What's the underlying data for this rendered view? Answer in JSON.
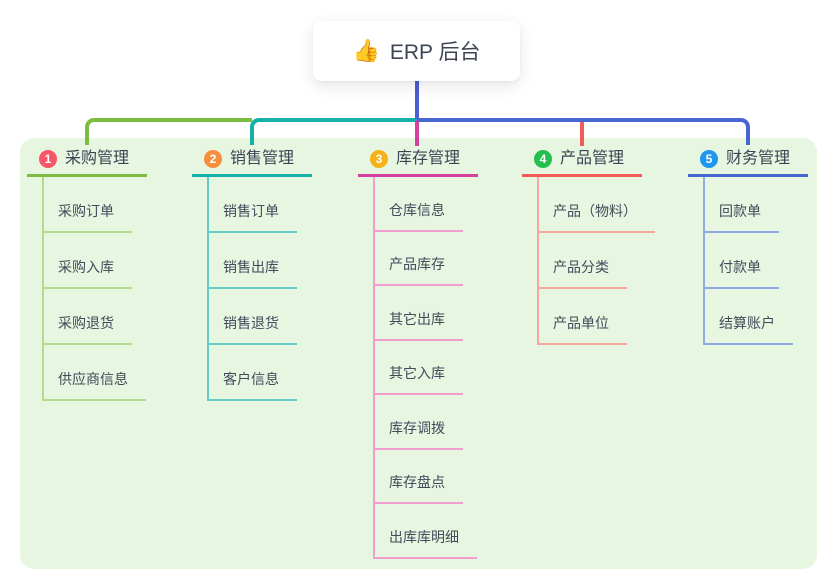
{
  "root": {
    "emoji": "👍",
    "icon": "thumbs-up-icon",
    "label": "ERP 后台",
    "line_color": "#4c5ed3"
  },
  "canvas": {
    "panel_bg": "#e7f6e1"
  },
  "branches": [
    {
      "index": "1",
      "label": "采购管理",
      "badge_color": "#f65867",
      "line_color": "#7cbd41",
      "child_line_color": "#b5da8e",
      "children": [
        "采购订单",
        "采购入库",
        "采购退货",
        "供应商信息"
      ]
    },
    {
      "index": "2",
      "label": "销售管理",
      "badge_color": "#f88d3b",
      "line_color": "#14b1a6",
      "child_line_color": "#66cbc2",
      "children": [
        "销售订单",
        "销售出库",
        "销售退货",
        "客户信息"
      ]
    },
    {
      "index": "3",
      "label": "库存管理",
      "badge_color": "#f7b119",
      "line_color": "#d6419f",
      "child_line_color": "#f09fd0",
      "children": [
        "仓库信息",
        "产品库存",
        "其它出库",
        "其它入库",
        "库存调拨",
        "库存盘点",
        "出库库明细"
      ]
    },
    {
      "index": "4",
      "label": "产品管理",
      "badge_color": "#24bf4e",
      "line_color": "#f25b58",
      "child_line_color": "#f8a6a0",
      "children": [
        "产品（物料）",
        "产品分类",
        "产品单位"
      ]
    },
    {
      "index": "5",
      "label": "财务管理",
      "badge_color": "#1f97ee",
      "line_color": "#4766d2",
      "child_line_color": "#93a9e3",
      "children": [
        "回款单",
        "付款单",
        "结算账户"
      ]
    }
  ]
}
